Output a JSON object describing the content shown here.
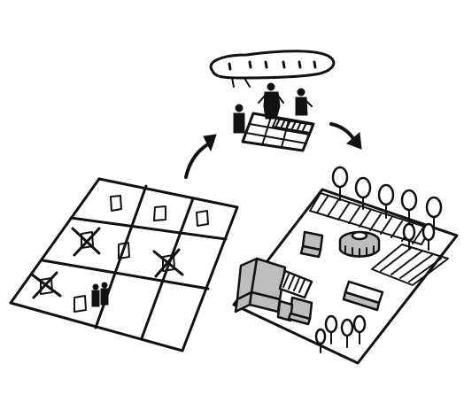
{
  "illustration": {
    "colors": {
      "ink": "#111111",
      "shade": "#bdbdbd",
      "paper": "#ffffff"
    },
    "panels": [
      {
        "name": "site-grid",
        "cells": 9,
        "crossed_out_cells": 3,
        "occupied_cells": 1
      },
      {
        "name": "community-workshop",
        "figures": 3,
        "speech_dots": 7
      },
      {
        "name": "resulting-site-plan",
        "trees": 12,
        "hatched_areas": 2
      }
    ],
    "arrows": [
      "arrow-up-right-icon",
      "arrow-down-right-icon"
    ]
  }
}
